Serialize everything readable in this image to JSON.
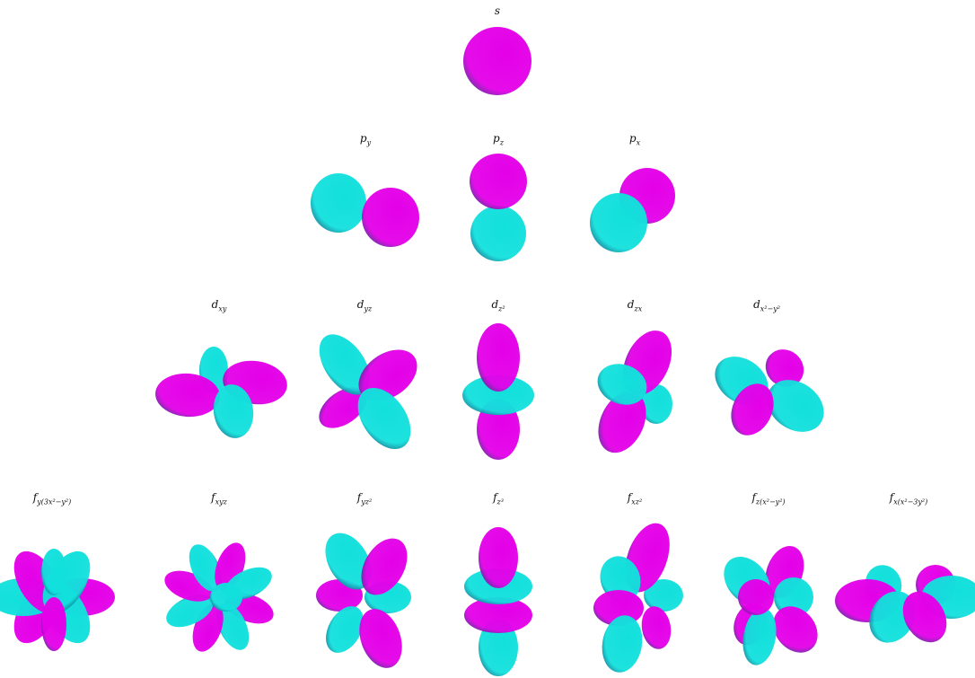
{
  "colors": {
    "positive": "#e400e8",
    "negative": "#12e0dc",
    "shade": "#0a3a66"
  },
  "rows": [
    [
      {
        "id": "s",
        "letter": "s",
        "sub": "",
        "shape": "s"
      }
    ],
    [
      {
        "id": "py",
        "letter": "p",
        "sub": "y",
        "shape": "py"
      },
      {
        "id": "pz",
        "letter": "p",
        "sub": "z",
        "shape": "pz"
      },
      {
        "id": "px",
        "letter": "p",
        "sub": "x",
        "shape": "px"
      }
    ],
    [
      {
        "id": "dxy",
        "letter": "d",
        "sub": "xy",
        "shape": "dxy"
      },
      {
        "id": "dyz",
        "letter": "d",
        "sub": "yz",
        "shape": "dyz"
      },
      {
        "id": "dz2",
        "letter": "d",
        "sub": "z²",
        "shape": "dz2"
      },
      {
        "id": "dzx",
        "letter": "d",
        "sub": "zx",
        "shape": "dzx"
      },
      {
        "id": "dx2y2",
        "letter": "d",
        "sub": "x²−y²",
        "shape": "dx2y2"
      }
    ],
    [
      {
        "id": "fy3x2y2",
        "letter": "f",
        "sub": "y(3x²−y²)",
        "shape": "f1"
      },
      {
        "id": "fxyz",
        "letter": "f",
        "sub": "xyz",
        "shape": "f2"
      },
      {
        "id": "fyz2",
        "letter": "f",
        "sub": "yz²",
        "shape": "f3"
      },
      {
        "id": "fz3",
        "letter": "f",
        "sub": "z³",
        "shape": "f4"
      },
      {
        "id": "fxz2",
        "letter": "f",
        "sub": "xz²",
        "shape": "f5"
      },
      {
        "id": "fzx2y2",
        "letter": "f",
        "sub": "z(x²−y²)",
        "shape": "f6"
      },
      {
        "id": "fxx23y2",
        "letter": "f",
        "sub": "x(x²−3y²)",
        "shape": "f7"
      }
    ]
  ]
}
